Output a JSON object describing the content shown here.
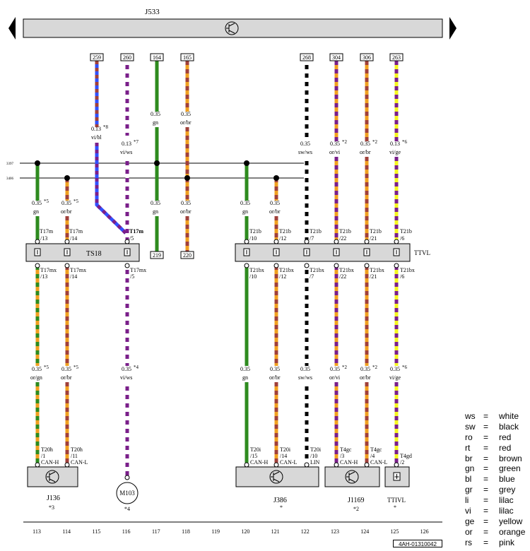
{
  "title": "J533",
  "bus_numbers": [
    "3397",
    "3406"
  ],
  "top_connectors": [
    {
      "label": "259",
      "key": "t259"
    },
    {
      "label": "260",
      "key": "t260"
    },
    {
      "label": "164",
      "key": "t164"
    },
    {
      "label": "165",
      "key": "t165"
    },
    {
      "label": "268",
      "key": "t268"
    },
    {
      "label": "304",
      "key": "t304"
    },
    {
      "label": "306",
      "key": "t306"
    },
    {
      "label": "263",
      "key": "t263"
    }
  ],
  "bottom_connectors": [
    {
      "label": "219",
      "key": "b219"
    },
    {
      "label": "220",
      "key": "b220"
    }
  ],
  "wire_labels": {
    "w259": {
      "size": "0.13",
      "note": "*8",
      "color": "vi/bl"
    },
    "w260": {
      "size": "0.13",
      "note": "*7",
      "color": "vi/ws"
    },
    "w164": {
      "size": "0.35",
      "note": "",
      "color": "gn"
    },
    "w165": {
      "size": "0.35",
      "note": "",
      "color": "or/br"
    },
    "w268": {
      "size": "0.35",
      "note": "",
      "color": "sw/ws"
    },
    "w304": {
      "size": "0.35",
      "note": "*2",
      "color": "or/vi"
    },
    "w306": {
      "size": "0.35",
      "note": "*2",
      "color": "or/br"
    },
    "w263": {
      "size": "0.13",
      "note": "*6",
      "color": "vi/ge"
    },
    "m113": {
      "size": "0.35",
      "note": "*5",
      "color": "gn"
    },
    "m114": {
      "size": "0.35",
      "note": "*5",
      "color": "or/br"
    },
    "m117": {
      "size": "0.35",
      "note": "",
      "color": "gn"
    },
    "m118": {
      "size": "0.35",
      "note": "",
      "color": "or/br"
    },
    "m120": {
      "size": "0.35",
      "note": "",
      "color": "gn"
    },
    "m121": {
      "size": "0.35",
      "note": "",
      "color": "or/br"
    },
    "l113": {
      "size": "0.35",
      "note": "*5",
      "color": "or/gn"
    },
    "l114": {
      "size": "0.35",
      "note": "*5",
      "color": "or/br"
    },
    "l116": {
      "size": "0.35",
      "note": "*4",
      "color": "vi/ws"
    },
    "l120": {
      "size": "0.35",
      "note": "",
      "color": "gn"
    },
    "l121": {
      "size": "0.35",
      "note": "",
      "color": "or/br"
    },
    "l122": {
      "size": "0.35",
      "note": "",
      "color": "sw/ws"
    },
    "l123": {
      "size": "0.35",
      "note": "*2",
      "color": "or/vi"
    },
    "l124": {
      "size": "0.35",
      "note": "*2",
      "color": "or/br"
    },
    "l125": {
      "size": "0.35",
      "note": "*6",
      "color": "vi/ge"
    }
  },
  "ts18": {
    "name": "TS18",
    "above": [
      {
        "conn": "T17m",
        "pin": "/13"
      },
      {
        "conn": "T17m",
        "pin": "/14"
      },
      {
        "conn": "T17m",
        "pin": "/5"
      }
    ],
    "below": [
      {
        "conn": "T17mx",
        "pin": "/13"
      },
      {
        "conn": "T17mx",
        "pin": "/14"
      },
      {
        "conn": "T17mx",
        "pin": "/5"
      }
    ]
  },
  "ttvl": {
    "name": "TTVL",
    "above": [
      {
        "conn": "T21b",
        "pin": "/10"
      },
      {
        "conn": "T21b",
        "pin": "/12"
      },
      {
        "conn": "T21b",
        "pin": "/7"
      },
      {
        "conn": "T21b",
        "pin": "/22"
      },
      {
        "conn": "T21b",
        "pin": "/21"
      },
      {
        "conn": "T21b",
        "pin": "/6"
      }
    ],
    "below": [
      {
        "conn": "T21bx",
        "pin": "/10"
      },
      {
        "conn": "T21bx",
        "pin": "/12"
      },
      {
        "conn": "T21bx",
        "pin": "/7"
      },
      {
        "conn": "T21bx",
        "pin": "/22"
      },
      {
        "conn": "T21bx",
        "pin": "/21"
      },
      {
        "conn": "T21bx",
        "pin": "/6"
      }
    ]
  },
  "pin_labels": [
    {
      "conn": "T20h",
      "pin": "/1",
      "sig": "CAN-H"
    },
    {
      "conn": "T20h",
      "pin": "/11",
      "sig": "CAN-L"
    },
    {
      "conn": "T20i",
      "pin": "/15",
      "sig": "CAN-H"
    },
    {
      "conn": "T20i",
      "pin": "/14",
      "sig": "CAN-L"
    },
    {
      "conn": "T20i",
      "pin": "/10",
      "sig": "LIN"
    },
    {
      "conn": "T4gc",
      "pin": "/3",
      "sig": "CAN-H"
    },
    {
      "conn": "T4gc",
      "pin": "/4",
      "sig": "CAN-L"
    },
    {
      "conn": "T4gd",
      "pin": "/2",
      "sig": ""
    }
  ],
  "components": [
    {
      "name": "J136",
      "note": "*3"
    },
    {
      "name": "M103",
      "note": "*4"
    },
    {
      "name": "J386",
      "note": "*"
    },
    {
      "name": "J1169",
      "note": "*2"
    },
    {
      "name": "TTIVL",
      "note": "*"
    }
  ],
  "ruler": [
    "113",
    "114",
    "115",
    "116",
    "117",
    "118",
    "119",
    "120",
    "121",
    "122",
    "123",
    "124",
    "125",
    "126"
  ],
  "legend": [
    {
      "code": "ws",
      "eq": "=",
      "meaning": "white"
    },
    {
      "code": "sw",
      "eq": "=",
      "meaning": "black"
    },
    {
      "code": "ro",
      "eq": "=",
      "meaning": "red"
    },
    {
      "code": "rt",
      "eq": "=",
      "meaning": "red"
    },
    {
      "code": "br",
      "eq": "=",
      "meaning": "brown"
    },
    {
      "code": "gn",
      "eq": "=",
      "meaning": "green"
    },
    {
      "code": "bl",
      "eq": "=",
      "meaning": "blue"
    },
    {
      "code": "gr",
      "eq": "=",
      "meaning": "grey"
    },
    {
      "code": "li",
      "eq": "=",
      "meaning": "lilac"
    },
    {
      "code": "vi",
      "eq": "=",
      "meaning": "lilac"
    },
    {
      "code": "ge",
      "eq": "=",
      "meaning": "yellow"
    },
    {
      "code": "or",
      "eq": "=",
      "meaning": "orange"
    },
    {
      "code": "rs",
      "eq": "=",
      "meaning": "pink"
    }
  ],
  "doc_number": "4AH-01310042",
  "colors": {
    "green": "#2e8b1f",
    "orange": "#f0a020",
    "brown": "#a0403a",
    "violet": "#7a1f8a",
    "blue": "#3050ff",
    "yellow": "#f5f520",
    "black": "#000000",
    "white": "#ffffff",
    "component_fill": "#d8d8d8"
  },
  "icons": {
    "transistor": "transistor-icon",
    "motor": "motor-icon",
    "arrow_left": "arrow-left-icon",
    "arrow_right": "arrow-right-icon",
    "ground": "ground-icon"
  }
}
